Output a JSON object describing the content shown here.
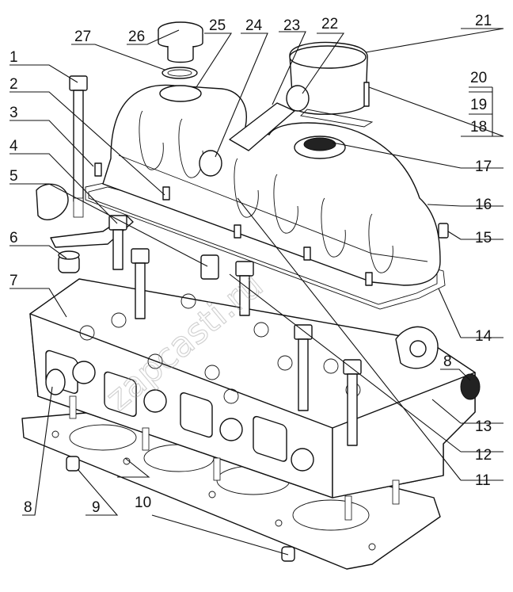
{
  "colors": {
    "ink": "#111111",
    "background": "#ffffff"
  },
  "callouts": [
    {
      "label": "1"
    },
    {
      "label": "2"
    },
    {
      "label": "3"
    },
    {
      "label": "4"
    },
    {
      "label": "5"
    },
    {
      "label": "6"
    },
    {
      "label": "7"
    },
    {
      "label": "8"
    },
    {
      "label": "9"
    },
    {
      "label": "10"
    },
    {
      "label": "11"
    },
    {
      "label": "12"
    },
    {
      "label": "13"
    },
    {
      "label": "14"
    },
    {
      "label": "15"
    },
    {
      "label": "16"
    },
    {
      "label": "17"
    },
    {
      "label": "18"
    },
    {
      "label": "19"
    },
    {
      "label": "20"
    },
    {
      "label": "21"
    },
    {
      "label": "22"
    },
    {
      "label": "23"
    },
    {
      "label": "24"
    },
    {
      "label": "25"
    },
    {
      "label": "26"
    },
    {
      "label": "27"
    },
    {
      "label": "8"
    }
  ],
  "watermark": "zapcasti.ru"
}
